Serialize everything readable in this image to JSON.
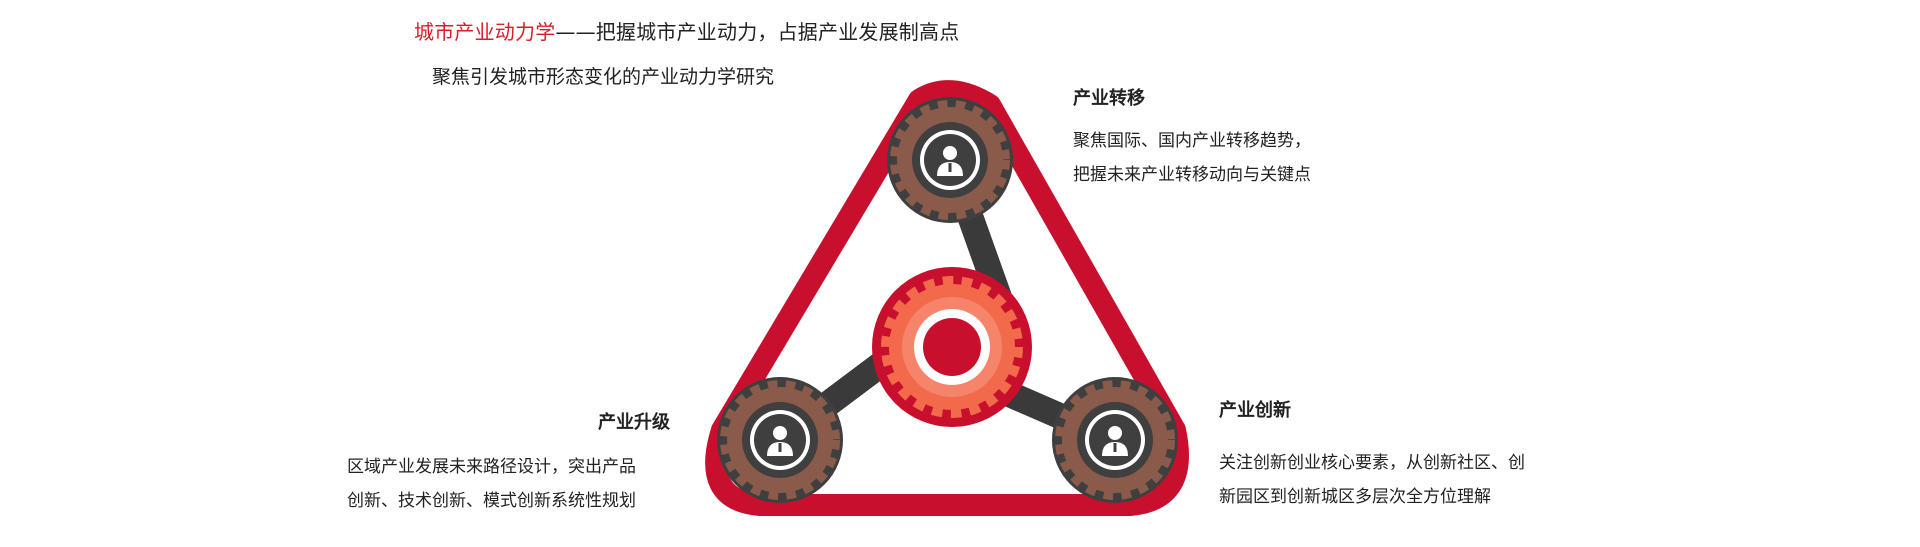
{
  "header": {
    "accent": "城市产业动力学",
    "rest": "——把握城市产业动力，占据产业发展制高点",
    "sub": "聚焦引发城市形态变化的产业动力学研究"
  },
  "nodes": {
    "transfer": {
      "title": "产业转移",
      "lines": [
        "聚焦国际、国内产业转移趋势，",
        "把握未来产业转移动向与关键点"
      ]
    },
    "upgrade": {
      "title": "产业升级",
      "lines": [
        "区域产业发展未来路径设计，突出产品",
        "创新、技术创新、模式创新系统性规划"
      ]
    },
    "innovation": {
      "title": "产业创新",
      "lines": [
        "关注创新创业核心要素，从创新社区、创",
        "新园区到创新城区多层次全方位理解"
      ]
    }
  },
  "icons": {
    "transfer": "businessman-icon",
    "upgrade": "businessman-icon",
    "innovation": "businessman-icon",
    "center": "gear-icon"
  },
  "colors": {
    "accent_red": "#d81e2a",
    "triangle_red": "#c8102e",
    "gear_dark": "#3f3f3f",
    "gear_brown": "#8a5a4b",
    "center_gear": "#f26a4b",
    "arm": "#3a3a3a"
  }
}
